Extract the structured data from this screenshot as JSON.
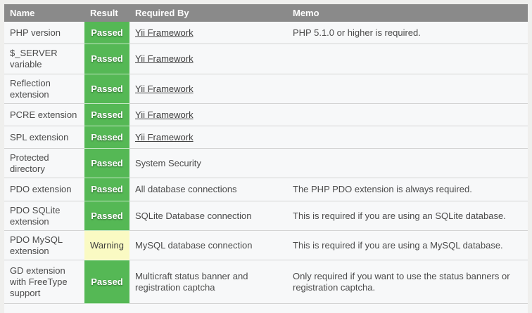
{
  "table": {
    "columns": {
      "name": "Name",
      "result": "Result",
      "required_by": "Required By",
      "memo": "Memo"
    },
    "rows": [
      {
        "name": "PHP version",
        "result": "Passed",
        "status": "passed",
        "required_by": "Yii Framework",
        "required_by_is_link": true,
        "memo": "PHP 5.1.0 or higher is required."
      },
      {
        "name": "$_SERVER variable",
        "result": "Passed",
        "status": "passed",
        "required_by": "Yii Framework",
        "required_by_is_link": true,
        "memo": ""
      },
      {
        "name": "Reflection extension",
        "result": "Passed",
        "status": "passed",
        "required_by": "Yii Framework",
        "required_by_is_link": true,
        "memo": ""
      },
      {
        "name": "PCRE extension",
        "result": "Passed",
        "status": "passed",
        "required_by": "Yii Framework",
        "required_by_is_link": true,
        "memo": ""
      },
      {
        "name": "SPL extension",
        "result": "Passed",
        "status": "passed",
        "required_by": "Yii Framework",
        "required_by_is_link": true,
        "memo": ""
      },
      {
        "name": "Protected directory",
        "result": "Passed",
        "status": "passed",
        "required_by": "System Security",
        "required_by_is_link": false,
        "memo": ""
      },
      {
        "name": "PDO extension",
        "result": "Passed",
        "status": "passed",
        "required_by": "All database connections",
        "required_by_is_link": false,
        "memo": "The PHP PDO extension is always required."
      },
      {
        "name": "PDO SQLite extension",
        "result": "Passed",
        "status": "passed",
        "required_by": "SQLite Database connection",
        "required_by_is_link": false,
        "memo": "This is required if you are using an SQLite database."
      },
      {
        "name": "PDO MySQL extension",
        "result": "Warning",
        "status": "warning",
        "required_by": "MySQL database connection",
        "required_by_is_link": false,
        "memo": "This is required if you are using a MySQL database."
      },
      {
        "name": "GD extension with FreeType support",
        "result": "Passed",
        "status": "passed",
        "required_by": "Multicraft status banner and registration captcha",
        "required_by_is_link": false,
        "memo": "Only required if you want to use the status banners or registration captcha."
      }
    ]
  },
  "colors": {
    "header_bg": "#8a8a8a",
    "passed_bg": "#55b855",
    "warning_bg": "#fafac3",
    "row_bg": "#f7f8f9",
    "page_bg": "#efefed",
    "row_border": "#d4d4d4"
  }
}
